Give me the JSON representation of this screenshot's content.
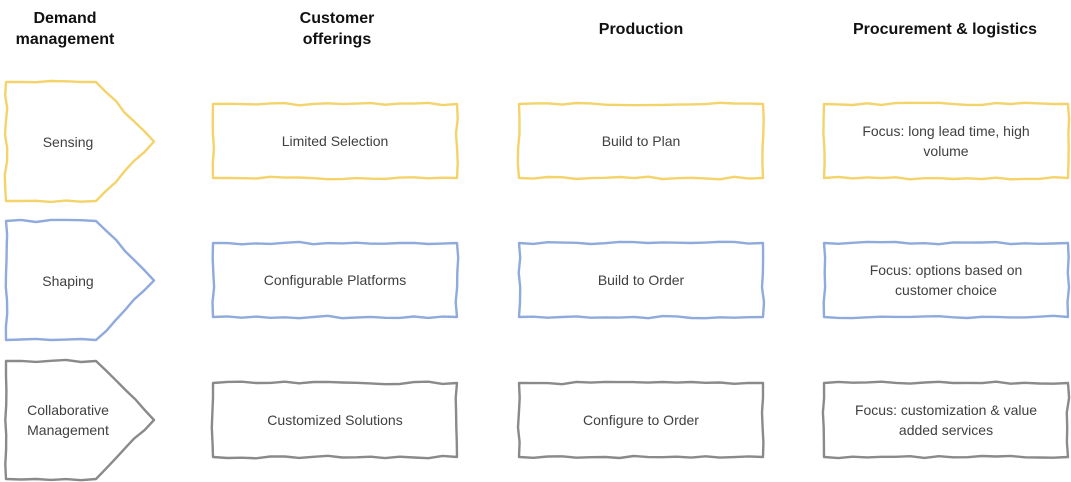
{
  "headers": {
    "demand": "Demand\nmanagement",
    "customer": "Customer\nofferings",
    "production": "Production",
    "procurement": "Procurement & logistics"
  },
  "colors": {
    "yellow": "#F5D36B",
    "blue": "#8FAADC",
    "gray": "#8A8A8A"
  },
  "rows": [
    {
      "color": "yellow",
      "demand": "Sensing",
      "customer": "Limited Selection",
      "production": "Build to Plan",
      "procurement": "Focus: long lead time, high volume"
    },
    {
      "color": "blue",
      "demand": "Shaping",
      "customer": "Configurable Platforms",
      "production": "Build to Order",
      "procurement": "Focus: options based on customer choice"
    },
    {
      "color": "gray",
      "demand": "Collaborative Management",
      "customer": "Customized Solutions",
      "production": "Configure to Order",
      "procurement": "Focus: customization & value added services"
    }
  ]
}
